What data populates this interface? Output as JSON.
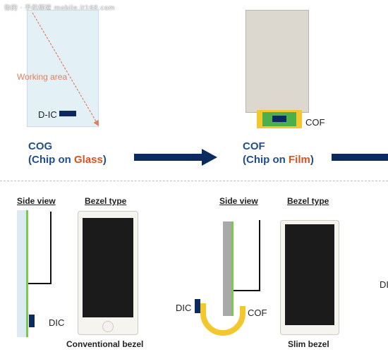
{
  "watermark": "你的 · 手机频道 mobile.it168.com",
  "top": {
    "cog": {
      "working_area_label": "Working area",
      "dic_label": "D-IC",
      "title_line1": "COG",
      "title_open": "(Chip on ",
      "title_highlight": "Glass",
      "title_close": ")"
    },
    "cof": {
      "cof_label": "COF",
      "title_line1": "COF",
      "title_open": "(Chip on ",
      "title_highlight": "Film",
      "title_close": ")"
    },
    "partial_right_label": "DI"
  },
  "bottom": {
    "left": {
      "side_view_header": "Side view",
      "bezel_type_header": "Bezel type",
      "dic_label": "DIC",
      "bezel_caption": "Conventional bezel"
    },
    "right": {
      "side_view_header": "Side view",
      "bezel_type_header": "Bezel type",
      "dic_label": "DIC",
      "cof_label": "COF",
      "bezel_caption": "Slim bezel"
    }
  },
  "colors": {
    "title_blue": "#1f4e8c",
    "highlight_orange": "#d9531e",
    "arrow_navy": "#0b2b5e",
    "film_yellow": "#f3c82f",
    "circuit_green": "#4bb04b",
    "glass_blue": "#e3f0f6"
  }
}
